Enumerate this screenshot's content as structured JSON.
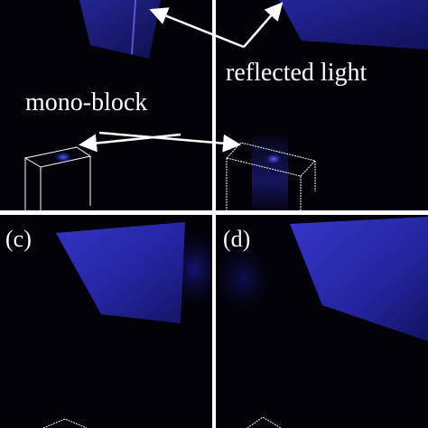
{
  "annotations": {
    "mono_block": "mono-block",
    "reflected_light": "reflected light"
  },
  "panels": [
    {
      "id": "a",
      "label": ""
    },
    {
      "id": "b",
      "label": ""
    },
    {
      "id": "c",
      "label": "(c)"
    },
    {
      "id": "d",
      "label": "(d)"
    }
  ],
  "colors": {
    "background": "#020208",
    "reflected_light": "#3d3df0",
    "glow": "#2a2aff",
    "outline": "#ffffff",
    "divider": "#ffffff"
  }
}
